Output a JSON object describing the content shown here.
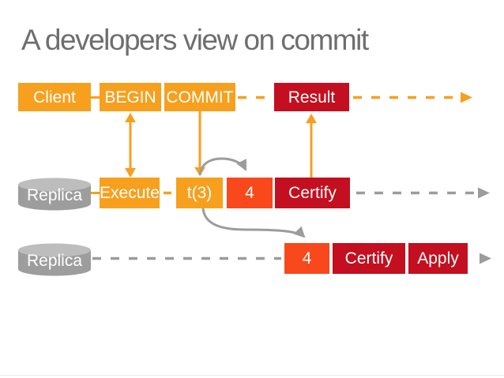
{
  "title": "A developers view on commit",
  "colors": {
    "orange": "#F7A01E",
    "red_orange": "#F8481C",
    "dark_red": "#C30F1F",
    "cylinder_gray": "#9D9D9D",
    "cylinder_gray_top": "#BDBDBD",
    "dash_gray": "#9C9C9C",
    "title_text": "#6E6E6E",
    "box_text": "#FFFFFF"
  },
  "diagram": {
    "lanes": [
      {
        "entity": {
          "label": "Client",
          "shape": "box",
          "color": "#F7A01E"
        },
        "nodes": [
          {
            "label": "BEGIN",
            "color": "#F7A01E"
          },
          {
            "label": "COMMIT",
            "color": "#F7A01E"
          },
          {
            "label": "Result",
            "color": "#C30F1F"
          }
        ]
      },
      {
        "entity": {
          "label": "Replica",
          "shape": "cylinder",
          "color": "#9D9D9D"
        },
        "nodes": [
          {
            "label": "Execute",
            "color": "#F7A01E"
          },
          {
            "label": "t(3)",
            "color": "#F7A01E"
          },
          {
            "label": "4",
            "color": "#F8481C"
          },
          {
            "label": "Certify",
            "color": "#C30F1F"
          }
        ]
      },
      {
        "entity": {
          "label": "Replica",
          "shape": "cylinder",
          "color": "#9D9D9D"
        },
        "nodes": [
          {
            "label": "4",
            "color": "#F8481C"
          },
          {
            "label": "Certify",
            "color": "#C30F1F"
          },
          {
            "label": "Apply",
            "color": "#C30F1F"
          }
        ]
      }
    ]
  }
}
